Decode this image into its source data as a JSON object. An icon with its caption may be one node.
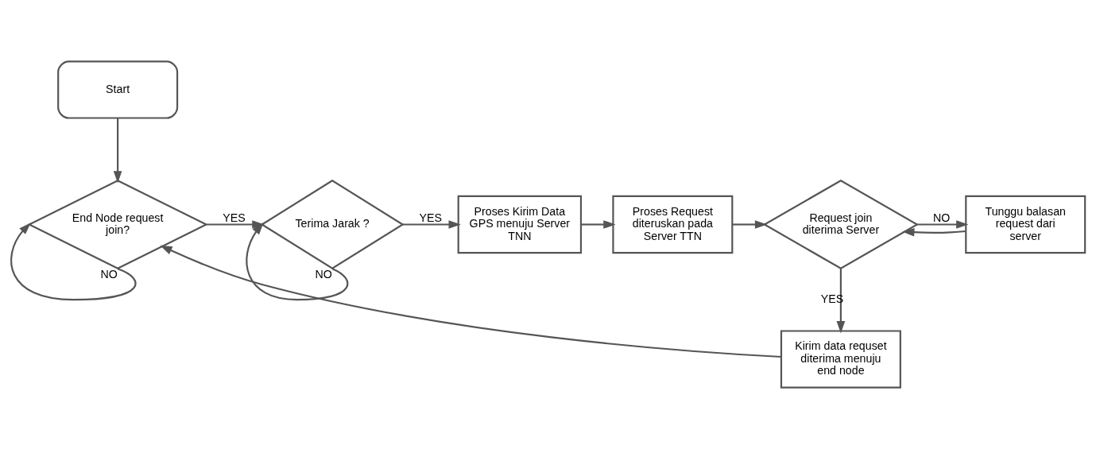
{
  "diagram": {
    "nodes": [
      {
        "text": [
          "Start"
        ]
      },
      {
        "text": [
          "End Node request join?"
        ]
      },
      {
        "text": [
          "Terima Jarak ?"
        ]
      },
      {
        "text": [
          "Proses Kirim Data GPS menuju Server TNN"
        ]
      },
      {
        "text": [
          "Proses Request diteruskan pada Server TTN"
        ]
      },
      {
        "text": [
          "Request join diterima Server"
        ]
      },
      {
        "text": [
          "Tunggu balasan request dari server"
        ]
      },
      {
        "text": [
          "Kirim data requset diterima menuju end node"
        ]
      }
    ],
    "edges": [
      {
        "from": 0,
        "to": 1,
        "arrow": "to"
      },
      {
        "from": 1,
        "to": 2,
        "arrow": "to",
        "label": "YES"
      },
      {
        "from": 2,
        "to": 3,
        "arrow": "to",
        "label": "YES"
      },
      {
        "from": 2,
        "to": 2,
        "arrow": "to",
        "label": "NO"
      },
      {
        "from": 3,
        "to": 4,
        "arrow": "to"
      },
      {
        "from": 4,
        "to": 5,
        "arrow": "to"
      },
      {
        "from": 5,
        "to": 6,
        "arrow": "to",
        "label": "NO"
      },
      {
        "from": 6,
        "to": 5,
        "arrow": "to"
      },
      {
        "from": 5,
        "to": 7,
        "arrow": "to",
        "label": "YES"
      },
      {
        "from": 1,
        "to": 1,
        "arrow": "to",
        "label": "NO"
      },
      {
        "from": 7,
        "to": 1,
        "arrow": "to"
      }
    ]
  }
}
